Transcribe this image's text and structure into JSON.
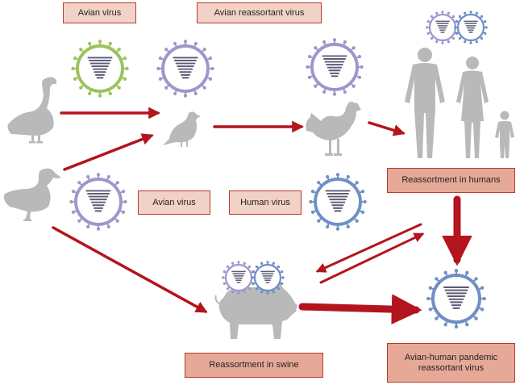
{
  "labels": {
    "avian_virus_top": "Avian virus",
    "avian_reassortant_virus": "Avian reassortant virus",
    "avian_virus_mid": "Avian virus",
    "human_virus": "Human virus",
    "reassortment_humans": "Reassortment in humans",
    "reassortment_swine": "Reassortment in swine",
    "pandemic_line1": "Avian-human pandemic",
    "pandemic_line2": "reassortant virus"
  },
  "icons": [
    "goose-icon",
    "duck-icon",
    "quail-icon",
    "rooster-icon",
    "human-family-icon",
    "pig-icon",
    "virus-icon"
  ],
  "colors": {
    "arrow": "#b3141d",
    "silhouette": "#b9b9b9",
    "virus_green": "#9cc35a",
    "virus_purple": "#9e96cc",
    "virus_blue": "#6f90c6",
    "virus_core": "#5c5c78",
    "label_fill": "#f2d2c6",
    "label_fill_dark": "#e7a997",
    "label_border": "#b93a2e"
  }
}
